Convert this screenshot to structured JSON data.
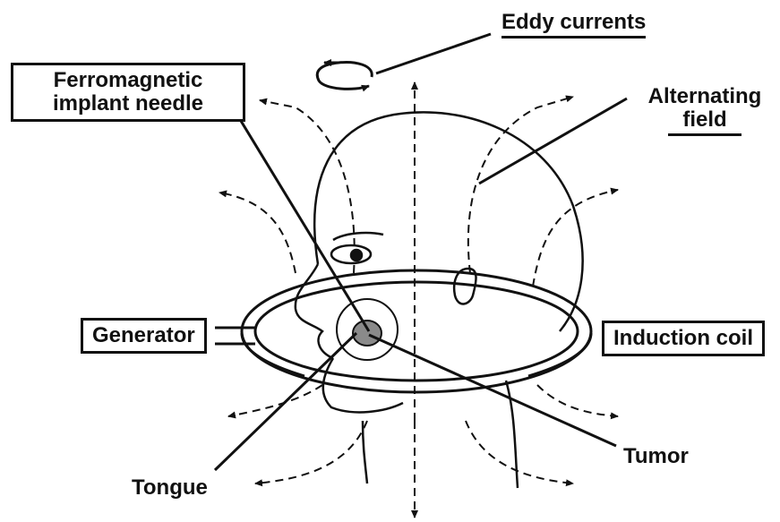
{
  "labels": {
    "eddy_currents": "Eddy currents",
    "implant_line1": "Ferromagnetic",
    "implant_line2": "implant needle",
    "alternating_line1": "Alternating",
    "alternating_line2": "field",
    "generator": "Generator",
    "induction_coil": "Induction coil",
    "tumor": "Tumor",
    "tongue": "Tongue"
  },
  "colors": {
    "ink": "#111111",
    "paper": "#ffffff",
    "tumor_fill": "#8a8a8a"
  }
}
